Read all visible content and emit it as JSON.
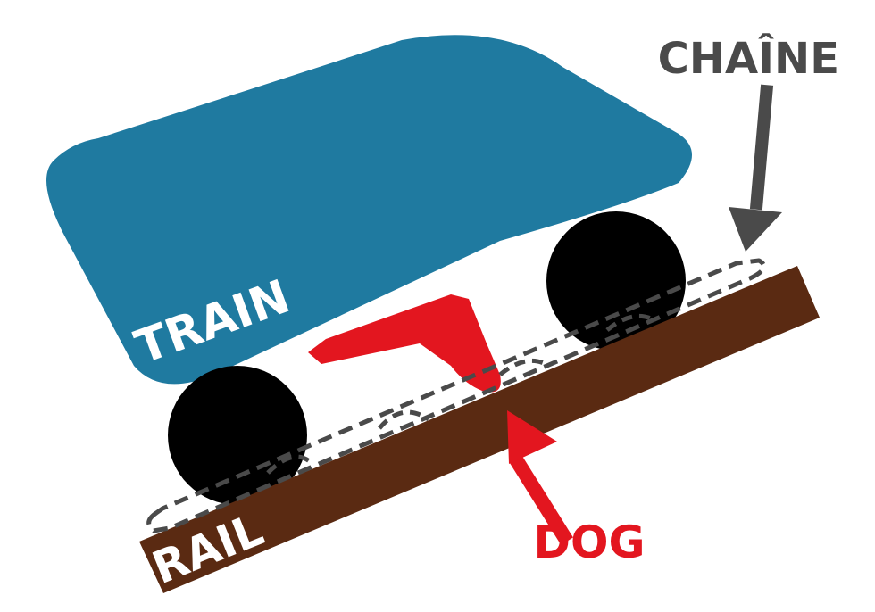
{
  "labels": {
    "train": "TRAIN",
    "rail": "RAIL",
    "chain": "CHAÎNE",
    "dog": "DOG"
  },
  "colors": {
    "train_body": "#1f7aa0",
    "rail": "#5a2a12",
    "dog": "#e3161f",
    "chain": "#4a4a4a",
    "wheel": "#000000",
    "label_light": "#ffffff",
    "label_dark": "#4a4a4a",
    "label_red": "#e3161f"
  }
}
